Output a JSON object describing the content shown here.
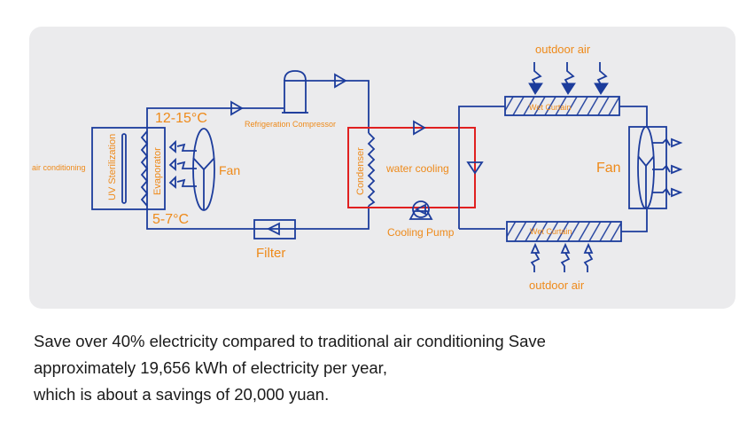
{
  "diagram": {
    "labels": {
      "air_conditioning": "air conditioning",
      "uv_sterilization": "UV Sterilization",
      "evaporator": "Evaporator",
      "temp_high": "12-15°C",
      "temp_low": "5-7°C",
      "fan_left": "Fan",
      "compressor": "Refrigeration Compressor",
      "filter": "Filter",
      "condenser": "Condenser",
      "water_cooling": "water cooling",
      "cooling_pump": "Cooling Pump",
      "outdoor_air_top": "outdoor air",
      "outdoor_air_bottom": "outdoor air",
      "wet_curtain_top": "Wet Curtain",
      "wet_curtain_bottom": "Wet Curtain",
      "fan_right": "Fan"
    },
    "colors": {
      "pipe": "#1c3c9c",
      "water_loop": "#e02020",
      "label": "#ee8a1a",
      "panel_bg": "#ebebed"
    }
  },
  "caption": {
    "lines": [
      "Save over 40% electricity compared to traditional air conditioning Save",
      "approximately 19,656 kWh of electricity per year,",
      "which is about a savings of 20,000 yuan."
    ]
  }
}
